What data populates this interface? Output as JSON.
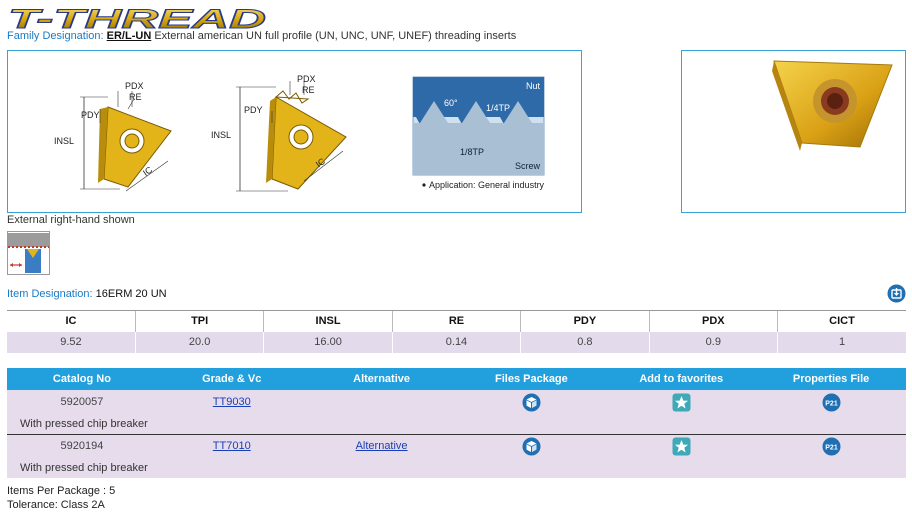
{
  "logo": {
    "text": "T-THREAD"
  },
  "family": {
    "label": "Family Designation:",
    "code": "ER/L-UN",
    "description": "External american UN full profile (UN, UNC, UNF, UNEF) threading inserts"
  },
  "drawing": {
    "labels": {
      "pdx": "PDX",
      "re": "RE",
      "pdy": "PDY",
      "insl": "INSL",
      "ic": "IC"
    },
    "profile": {
      "nut": "Nut",
      "screw": "Screw",
      "angle": "60°",
      "crest": "1/4TP",
      "root": "1/8TP",
      "application": "Application: General industry"
    }
  },
  "shown_text": "External right-hand shown",
  "item": {
    "label": "Item Designation:",
    "value": "16ERM 20 UN"
  },
  "params": {
    "headers": [
      "IC",
      "TPI",
      "INSL",
      "RE",
      "PDY",
      "PDX",
      "CICT"
    ],
    "values": [
      "9.52",
      "20.0",
      "16.00",
      "0.14",
      "0.8",
      "0.9",
      "1"
    ]
  },
  "catalog": {
    "headers": [
      "Catalog No",
      "Grade & Vc",
      "Alternative",
      "Files Package",
      "Add to favorites",
      "Properties File"
    ],
    "rows": [
      {
        "catalog_no": "5920057",
        "grade": "TT9030",
        "alternative": "",
        "note": "With pressed chip breaker",
        "p21": "P21"
      },
      {
        "catalog_no": "5920194",
        "grade": "TT7010",
        "alternative": "Alternative",
        "note": "With pressed chip breaker",
        "p21": "P21"
      }
    ]
  },
  "footer": {
    "items_per_package": "Items Per Package : 5",
    "tolerance": "Tolerance: Class 2A"
  },
  "colors": {
    "accent": "#1a7ac4",
    "header_blue": "#22a0dd",
    "row_lavender": "#e6dcec",
    "icon_blue": "#1f6fb3",
    "fav_teal": "#3fa9b8",
    "gold": "#e3b419"
  },
  "icons": {
    "files_package": "package-icon",
    "favorites": "star-icon",
    "properties": "p21-icon",
    "download": "download-icon"
  }
}
